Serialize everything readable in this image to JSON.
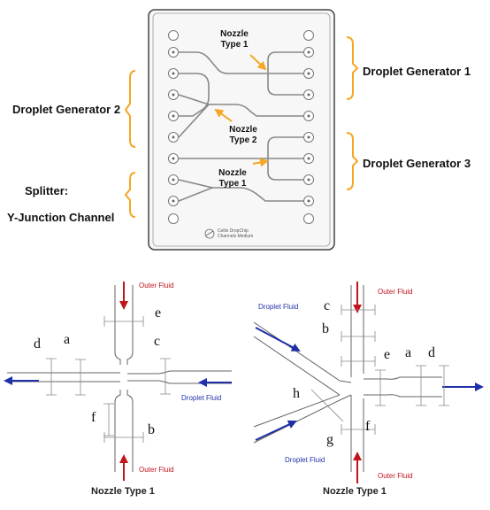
{
  "colors": {
    "bracket": "#f5a623",
    "arrow_orange": "#f5a623",
    "arrow_blue": "#1f2fa8",
    "arrow_red": "#c0151b",
    "fluid_blue": "#2233aa",
    "fluid_red": "#c0151b"
  },
  "chip": {
    "callouts": {
      "nozzle_type1_top": [
        "Nozzle",
        "Type 1"
      ],
      "nozzle_type2": [
        "Nozzle",
        "Type 2"
      ],
      "nozzle_type1_bottom": [
        "Nozzle",
        "Type 1"
      ]
    },
    "chip_text": [
      "Cellix DropChip",
      "Channels Medium"
    ]
  },
  "labels": {
    "droplet_generator_1": "Droplet Generator  1",
    "droplet_generator_2": "Droplet Generator  2",
    "droplet_generator_3": "Droplet Generator  3",
    "splitter": "Splitter:",
    "y_junction": "Y-Junction Channel"
  },
  "left_diagram": {
    "outer_fluid_top": "Outer Fluid",
    "outer_fluid_bottom": "Outer Fluid",
    "droplet_fluid": "Droplet Fluid",
    "dimensions": [
      "a",
      "b",
      "c",
      "d",
      "e",
      "f"
    ],
    "caption": "Nozzle Type 1"
  },
  "right_diagram": {
    "outer_fluid_top": "Outer Fluid",
    "outer_fluid_bottom": "Outer Fluid",
    "droplet_fluid_top": "Droplet Fluid",
    "droplet_fluid_bottom": "Droplet Fluid",
    "dimensions": [
      "a",
      "b",
      "c",
      "d",
      "e",
      "f",
      "g",
      "h"
    ],
    "caption": "Nozzle Type 1"
  }
}
